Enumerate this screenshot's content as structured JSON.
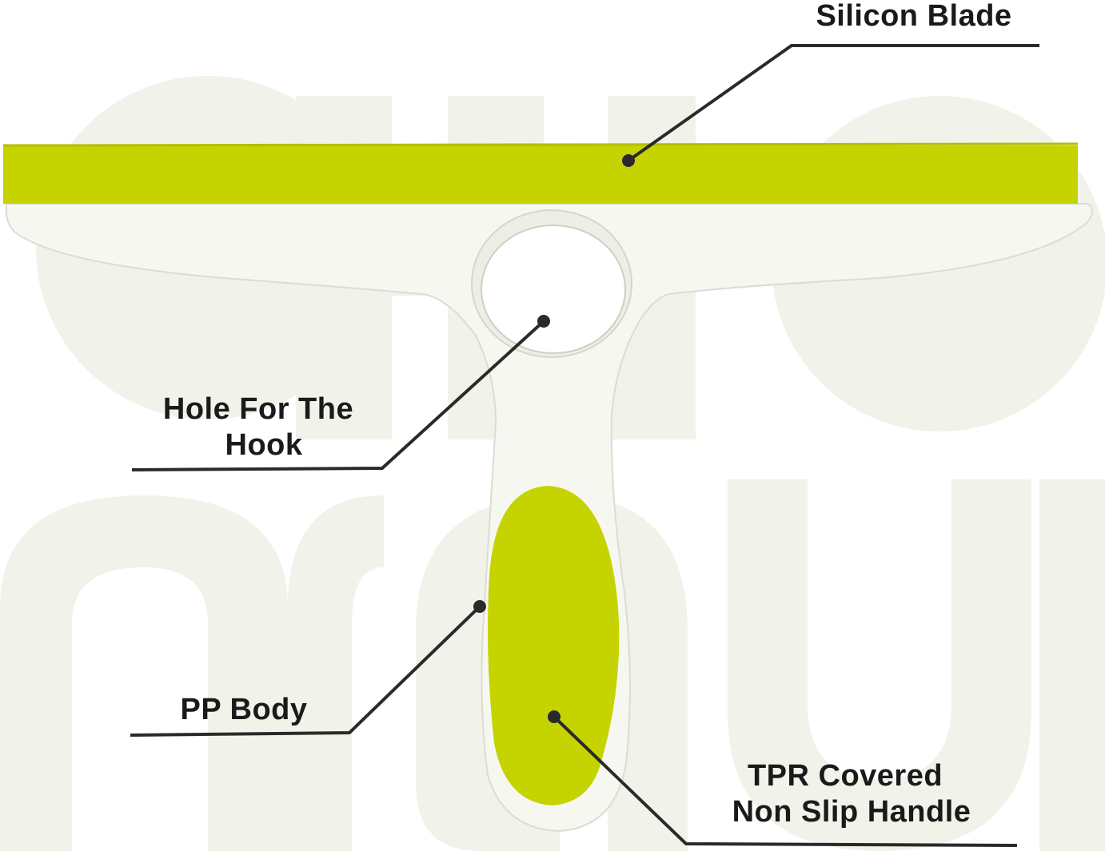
{
  "colors": {
    "background": "#ffffff",
    "watermark": "#f1f2ea",
    "accent_green": "#c5d400",
    "body_white": "#f7f7f2",
    "body_edge": "#dcdcd2",
    "line": "#2a2a2a"
  },
  "callouts": {
    "silicon_blade": {
      "label": "Silicon Blade"
    },
    "hook_hole": {
      "line1": "Hole For The",
      "line2": "Hook"
    },
    "pp_body": {
      "label": "PP Body"
    },
    "tpr_handle": {
      "line1": "TPR Covered",
      "line2": "Non Slip Handle"
    }
  }
}
